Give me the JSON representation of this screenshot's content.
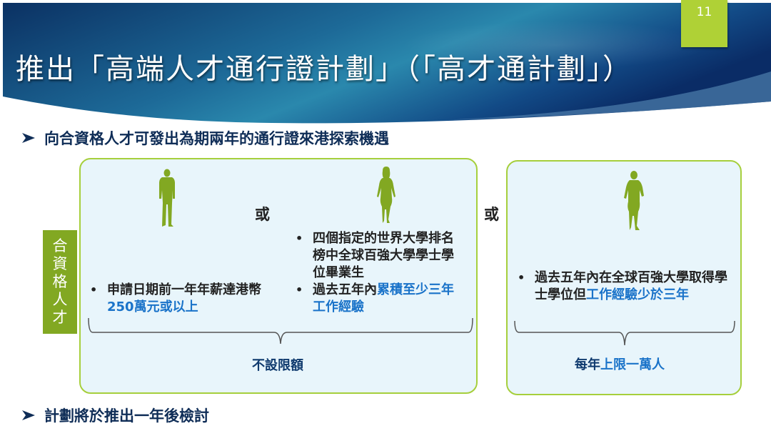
{
  "slide": {
    "title": "推出「高端人才通行證計劃」（「高才通計劃」）",
    "page_number": "11",
    "colors": {
      "header_dark": "#0b3163",
      "header_light": "#2c8fb0",
      "badge": "#afd136",
      "panel_bg": "#e8f5fb",
      "panel_border": "#a6cf3c",
      "label_green": "#82a822",
      "highlight_blue": "#1a73c9",
      "navy_text": "#0f2d57"
    }
  },
  "bullets": {
    "top": "向合資格人才可發出為期兩年的通行證來港探索機遇",
    "bottom": "計劃將於推出一年後檢討",
    "icon": "arrow-bullet-icon"
  },
  "side_label": {
    "chars": [
      "合",
      "資",
      "格",
      "人",
      "才"
    ]
  },
  "connectors": {
    "or_1": "或",
    "or_2": "或"
  },
  "criteria": {
    "salary": {
      "icon": "man-silhouette-icon",
      "text_plain": "申請日期前一年年薪達港幣",
      "text_highlight": "250萬元或以上"
    },
    "graduate_experienced": {
      "icon": "woman-silhouette-icon",
      "item1": "四個指定的世界大學排名榜中全球百強大學學士學位畢業生",
      "item2_plain": "過去五年內",
      "item2_highlight": "累積至少三年工作經驗"
    },
    "graduate_junior": {
      "icon": "walking-woman-silhouette-icon",
      "text_plain": "過去五年內在全球百強大學取得學士學位但",
      "text_highlight": "工作經驗少於三年"
    }
  },
  "quotas": {
    "left": "不設限額",
    "right_plain": "每年",
    "right_highlight": "上限一萬人"
  }
}
